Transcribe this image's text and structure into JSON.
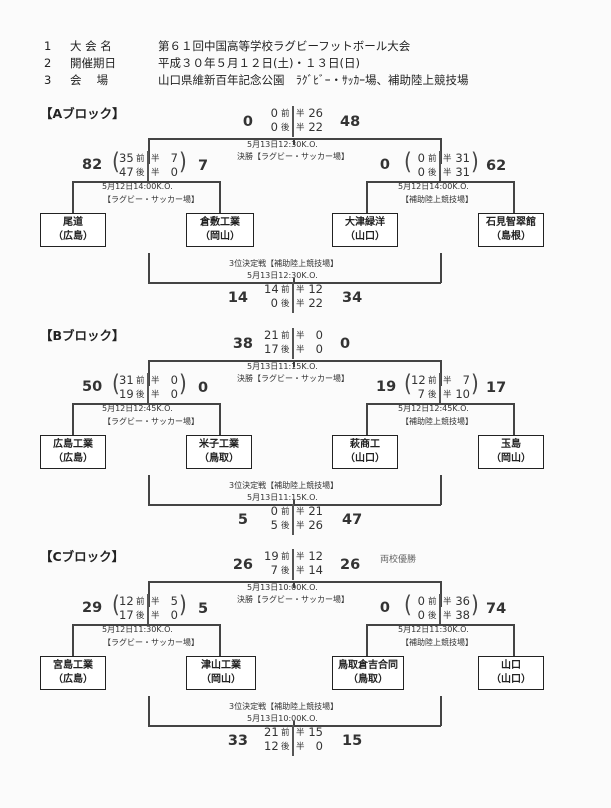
{
  "header": {
    "row1": {
      "num": "1",
      "label": "大 会 名",
      "value": "第６１回中国高等学校ラグビーフットボール大会"
    },
    "row2": {
      "num": "2",
      "label": "開催期日",
      "value": "平成３０年５月１２日(土)・１３日(日)"
    },
    "row3": {
      "num": "3",
      "label": "会　 場",
      "value": "山口県維新百年記念公園　ﾗｸﾞﾋﾞｰ・ｻｯｶｰ場、補助陸上競技場"
    }
  },
  "half_labels": {
    "first": "前",
    "second": "後",
    "half": "半"
  },
  "blockA": {
    "title": "【Aブロック】",
    "final": {
      "left_total": "0",
      "left_h1": "0",
      "left_h2": "0",
      "right_h1": "26",
      "right_h2": "22",
      "right_total": "48",
      "time": "5月13日12:30K.O.",
      "venue": "決勝【ラグビー・サッカー場】"
    },
    "semiL": {
      "left_total": "82",
      "left_h1": "35",
      "left_h2": "47",
      "right_h1": "7",
      "right_h2": "0",
      "right_total": "7",
      "time": "5月12日14:00K.O.",
      "venue": "【ラグビー・サッカー場】"
    },
    "semiR": {
      "left_total": "0",
      "left_h1": "0",
      "left_h2": "0",
      "right_h1": "31",
      "right_h2": "31",
      "right_total": "62",
      "time": "5月12日14:00K.O.",
      "venue": "【補助陸上競技場】"
    },
    "teams": [
      {
        "name": "尾道",
        "pref": "（広島）"
      },
      {
        "name": "倉敷工業",
        "pref": "（岡山）"
      },
      {
        "name": "大津緑洋",
        "pref": "（山口）"
      },
      {
        "name": "石見智翠館",
        "pref": "（島根）"
      }
    ],
    "third": {
      "venue": "3位決定戦【補助陸上競技場】",
      "time": "5月13日12:30K.O.",
      "left_total": "14",
      "left_h1": "14",
      "left_h2": "0",
      "right_h1": "12",
      "right_h2": "22",
      "right_total": "34"
    }
  },
  "blockB": {
    "title": "【Bブロック】",
    "final": {
      "left_total": "38",
      "left_h1": "21",
      "left_h2": "17",
      "right_h1": "0",
      "right_h2": "0",
      "right_total": "0",
      "time": "5月13日11:15K.O.",
      "venue": "決勝【ラグビー・サッカー場】"
    },
    "semiL": {
      "left_total": "50",
      "left_h1": "31",
      "left_h2": "19",
      "right_h1": "0",
      "right_h2": "0",
      "right_total": "0",
      "time": "5月12日12:45K.O.",
      "venue": "【ラグビー・サッカー場】"
    },
    "semiR": {
      "left_total": "19",
      "left_h1": "12",
      "left_h2": "7",
      "right_h1": "7",
      "right_h2": "10",
      "right_total": "17",
      "time": "5月12日12:45K.O.",
      "venue": "【補助陸上競技場】"
    },
    "teams": [
      {
        "name": "広島工業",
        "pref": "（広島）"
      },
      {
        "name": "米子工業",
        "pref": "（鳥取）"
      },
      {
        "name": "萩商工",
        "pref": "（山口）"
      },
      {
        "name": "玉島",
        "pref": "（岡山）"
      }
    ],
    "third": {
      "venue": "3位決定戦【補助陸上競技場】",
      "time": "5月13日11:15K.O.",
      "left_total": "5",
      "left_h1": "0",
      "left_h2": "5",
      "right_h1": "21",
      "right_h2": "26",
      "right_total": "47"
    }
  },
  "blockC": {
    "title": "【Cブロック】",
    "note": "両校優勝",
    "final": {
      "left_total": "26",
      "left_h1": "19",
      "left_h2": "7",
      "right_h1": "12",
      "right_h2": "14",
      "right_total": "26",
      "time": "5月13日10:00K.O.",
      "venue": "決勝【ラグビー・サッカー場】"
    },
    "semiL": {
      "left_total": "29",
      "left_h1": "12",
      "left_h2": "17",
      "right_h1": "5",
      "right_h2": "0",
      "right_total": "5",
      "time": "5月12日11:30K.O.",
      "venue": "【ラグビー・サッカー場】"
    },
    "semiR": {
      "left_total": "0",
      "left_h1": "0",
      "left_h2": "0",
      "right_h1": "36",
      "right_h2": "38",
      "right_total": "74",
      "time": "5月12日11:30K.O.",
      "venue": "【補助陸上競技場】"
    },
    "teams": [
      {
        "name": "宮島工業",
        "pref": "（広島）"
      },
      {
        "name": "津山工業",
        "pref": "（岡山）"
      },
      {
        "name": "鳥取倉吉合同",
        "pref": "（鳥取）"
      },
      {
        "name": "山口",
        "pref": "（山口）"
      }
    ],
    "third": {
      "venue": "3位決定戦【補助陸上競技場】",
      "time": "5月13日10:00K.O.",
      "left_total": "33",
      "left_h1": "21",
      "left_h2": "12",
      "right_h1": "15",
      "right_h2": "0",
      "right_total": "15"
    }
  }
}
